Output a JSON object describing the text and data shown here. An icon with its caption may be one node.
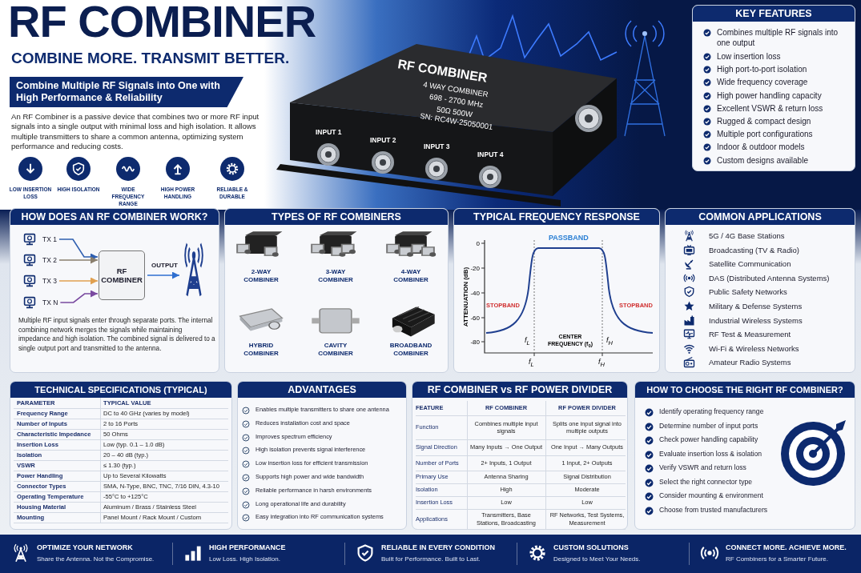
{
  "diagram": {
    "title": "RF COMBINER",
    "nodes": [
      {
        "text": [
          "Combine Multiple RF Signals into One with High Performance & Reliability"
        ]
      },
      {
        "text": [
          "KEY FEATURES",
          "Combines multiple RF signals into one output",
          "Low insertion loss",
          "High port-to-port isolation",
          "Wide frequency coverage",
          "High power handling capacity",
          "Excellent VSWR & return loss",
          "Rugged & compact design",
          "Multiple port configurations",
          "Indoor & outdoor models",
          "Custom designs available"
        ]
      },
      {
        "text": [
          "HOW DOES AN RF COMBINER WORK?",
          "Multiple RF input signals enter through separate ports. The internal combining network merges the signals while maintaining impedance and high isolation. The combined signal is delivered to a single output port and transmitted to the antenna."
        ]
      },
      {
        "text": [
          "TX 1"
        ],
        "in": 2
      },
      {
        "text": [
          "TX 2"
        ],
        "in": 2
      },
      {
        "text": [
          "TX 3"
        ],
        "in": 2
      },
      {
        "text": [
          "TX N"
        ],
        "in": 2
      },
      {
        "text": [
          "RF COMBINER"
        ],
        "in": 2
      },
      {
        "text": [],
        "shape": "picture",
        "in": 2
      },
      {
        "text": [
          "TYPES OF RF COMBINERS"
        ]
      },
      {
        "text": [
          "2-WAY COMBINER"
        ],
        "in": 9
      },
      {
        "text": [
          "3-WAY COMBINER"
        ],
        "in": 9
      },
      {
        "text": [
          "4-WAY COMBINER"
        ],
        "in": 9
      },
      {
        "text": [
          "HYBRID COMBINER"
        ],
        "in": 9
      },
      {
        "text": [
          "CAVITY COMBINER"
        ],
        "in": 9
      },
      {
        "text": [
          "BROADBAND COMBINER"
        ],
        "in": 9
      },
      {
        "text": [
          "TYPICAL FREQUENCY RESPONSE",
          "PASSBAND",
          "0",
          "-20",
          "-40",
          "-60",
          "-80",
          "ATTENUATION (dB)",
          "STOPBAND",
          "STOPBAND",
          "f$_{L}$",
          "CENTER FREQUENCY (f$_{0}$)",
          "f$_{H}$",
          "f$_{L}$",
          "f$_{H}$"
        ]
      },
      {
        "text": [
          "COMMON APPLICATIONS",
          "5G / 4G Base Stations",
          "Broadcasting (TV & Radio)",
          "Satellite Communication",
          "DAS (Distributed Antenna Systems)",
          "Public Safety Networks",
          "Military & Defense Systems",
          "Industrial Wireless Systems",
          "RF Test & Measurement",
          "Wi-Fi & Wireless Networks",
          "Amateur Radio Systems"
        ]
      },
      {
        "text": [
          "TECHNICAL SPECIFICATIONS (TYPICAL)",
          "PARAMETER",
          "TYPICAL VALUE",
          "Frequency Range",
          "DC to 40 GHz (varies by model)",
          "Number of Inputs",
          "2 to 16 Ports",
          "Characteristic Impedance",
          "50 Ohms",
          "Insertion Loss",
          "Low (typ. 0.1 – 1.0 dB)",
          "Isolation",
          "20 – 40 dB (typ.)",
          "VSWR",
          "≤ 1.30 (typ.)",
          "Power Handling",
          "Up to Several Kilowatts",
          "Connector Types",
          "SMA, N-Type, BNC, TNC, 7/16 DIN, 4.3-10",
          "Operating Temperature",
          "-55°C to +125°C",
          "Housing Material",
          "Aluminum / Brass / Stainless Steel",
          "Mounting",
          "Panel Mount / Rack Mount / Custom"
        ]
      },
      {
        "text": [
          "ADVANTAGES",
          "Enables multiple transmitters to share one antenna",
          "Reduces installation cost and space",
          "Improves spectrum efficiency",
          "High isolation prevents signal interference",
          "Low insertion loss for efficient transmission",
          "Supports high power and wide bandwidth",
          "Reliable performance in harsh environments",
          "Long operational life and durability",
          "Easy integration into RF communication systems"
        ]
      },
      {
        "text": [
          "RF COMBINER vs RF POWER DIVIDER",
          "FEATURE",
          "RF COMBINER",
          "RF POWER DIVIDER",
          "Function",
          "Combines multiple input signals",
          "Splits one input signal into multiple outputs",
          "Signal Direction",
          "Many Inputs → One Output",
          "One Input → Many Outputs",
          "Number of Ports",
          "2+ Inputs, 1 Output",
          "1 Input, 2+ Outputs",
          "Primary Use",
          "Antenna Sharing",
          "Signal Distribution",
          "Isolation",
          "High",
          "Moderate",
          "Insertion Loss",
          "Low",
          "Low",
          "Applications",
          "Transmitters, Base Stations, Broadcasting",
          "RF Networks, Test Systems, Measurement"
        ]
      },
      {
        "text": [
          "HOW TO CHOOSE THE RIGHT RF COMBINER?",
          "Identify operating frequency range",
          "Determine number of input ports",
          "Check power handling capability",
          "Evaluate insertion loss & isolation",
          "Verify VSWR and return loss",
          "Select the right connector type",
          "Consider mounting & environment",
          "Choose from trusted manufacturers"
        ]
      },
      {
        "text": [
          "OPTIMIZE YOUR NETWORK",
          "Share the Antenna. Not the Compromise.",
          "HIGH PERFORMANCE",
          "Low Loss. High Isolation.",
          "RELIABLE IN EVERY CONDITION",
          "Built for Performance. Built to Last.",
          "CUSTOM SOLUTIONS",
          "Designed to Meet Your Needs.",
          "CONNECT MORE. ACHIEVE MORE.",
          "RF Combiners for a Smarter Future."
        ]
      }
    ],
    "edges": [
      {
        "from": 3,
        "to": 7,
        "arrow": "to",
        "color": "#2f5fb0"
      },
      {
        "from": 4,
        "to": 7,
        "arrow": "to",
        "color": "#8a7f6e"
      },
      {
        "from": 5,
        "to": 7,
        "arrow": "to",
        "color": "#e0a050"
      },
      {
        "from": 6,
        "to": 7,
        "arrow": "to",
        "color": "#7a4aa0"
      },
      {
        "from": 7,
        "to": 8,
        "arrow": "to",
        "label": "OUTPUT",
        "color": "#2f6fd0"
      }
    ],
    "labels": [
      "COMBINE MORE. TRANSMIT BETTER.",
      "An RF Combiner is a passive device that combines two or more RF input signals into a single output with minimal loss and high isolation. It allows multiple transmitters to share a common antenna, optimizing system performance and reducing costs.",
      "LOW INSERTION LOSS",
      "HIGH ISOLATION",
      "WIDE FREQUENCY RANGE",
      "HIGH POWER HANDLING",
      "RELIABLE & DURABLE",
      "RF COMBINER",
      "4 WAY COMBINER",
      "698 - 2700 MHz",
      "50Ω 500W",
      "SN: RC4W-25050001",
      "INPUT 1",
      "INPUT 2",
      "INPUT 3",
      "INPUT 4"
    ]
  }
}
